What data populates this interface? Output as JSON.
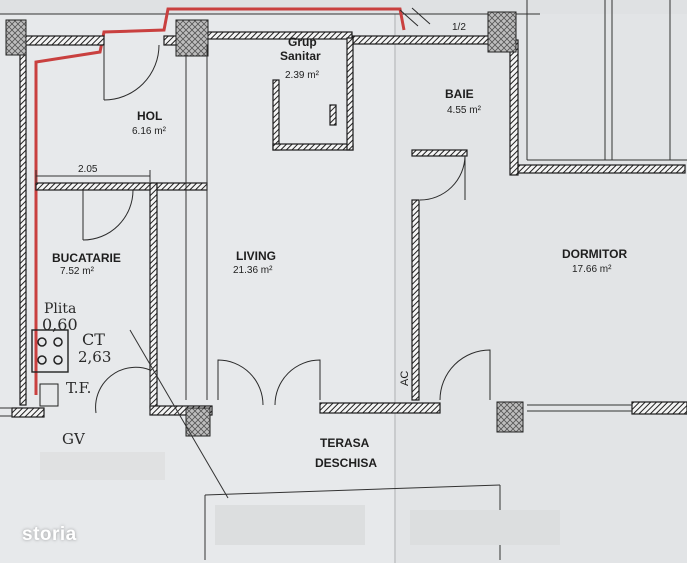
{
  "colors": {
    "background": "#e6e8ea",
    "wall": "#1b1b1b",
    "red_line": "#c9403f"
  },
  "rooms": {
    "hol": {
      "name": "HOL",
      "area": "6.16 m²"
    },
    "grup_sanitar": {
      "name_line1": "Grup",
      "name_line2": "Sanitar",
      "area": "2.39 m²"
    },
    "baie": {
      "name": "BAIE",
      "area": "4.55 m²"
    },
    "bucatarie": {
      "name": "BUCATARIE",
      "area": "7.52 m²"
    },
    "living": {
      "name": "LIVING",
      "area": "21.36 m²"
    },
    "dormitor": {
      "name": "DORMITOR",
      "area": "17.66 m²"
    },
    "terasa": {
      "name_line1": "TERASA",
      "name_line2": "DESCHISA"
    }
  },
  "annotations": {
    "dimension": "2.05",
    "plita_label": "Plita",
    "plita_value": "0,60",
    "ct_label": "CT",
    "ct_value": "2,63",
    "tf": "T.F.",
    "gv": "GV",
    "ac": "AC",
    "top_fraction": "1/2"
  },
  "watermark": "storia"
}
